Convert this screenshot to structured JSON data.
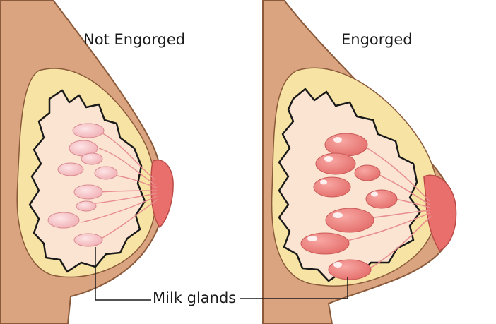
{
  "panels": {
    "left": {
      "title": "Not Engorged"
    },
    "right": {
      "title": "Engorged"
    }
  },
  "callout": {
    "label": "Milk glands"
  },
  "colors": {
    "skin": "#d9a47f",
    "skin_outline": "#8a5a3b",
    "fat": "#f7e3a3",
    "tissue": "#fbe5d2",
    "gland_normal": "#f3b5b9",
    "gland_engorged": "#ee7f7c",
    "nipple": "#e86f6b",
    "outline": "#1a1a1a"
  }
}
